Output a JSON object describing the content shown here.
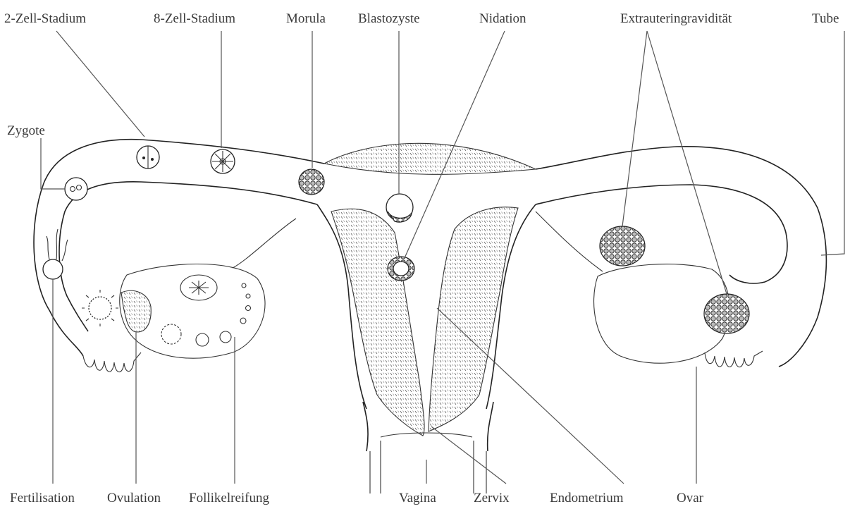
{
  "labels": {
    "zell2": "2-Zell-Stadium",
    "zell8": "8-Zell-Stadium",
    "morula": "Morula",
    "blastozyste": "Blastozyste",
    "nidation": "Nidation",
    "extrauterin": "Extrauteringravidität",
    "tube": "Tube",
    "zygote": "Zygote",
    "fertilisation": "Fertilisation",
    "ovulation": "Ovulation",
    "follikel": "Follikelreifung",
    "vagina": "Vagina",
    "zervix": "Zervix",
    "endometrium": "Endometrium",
    "ovar": "Ovar"
  }
}
